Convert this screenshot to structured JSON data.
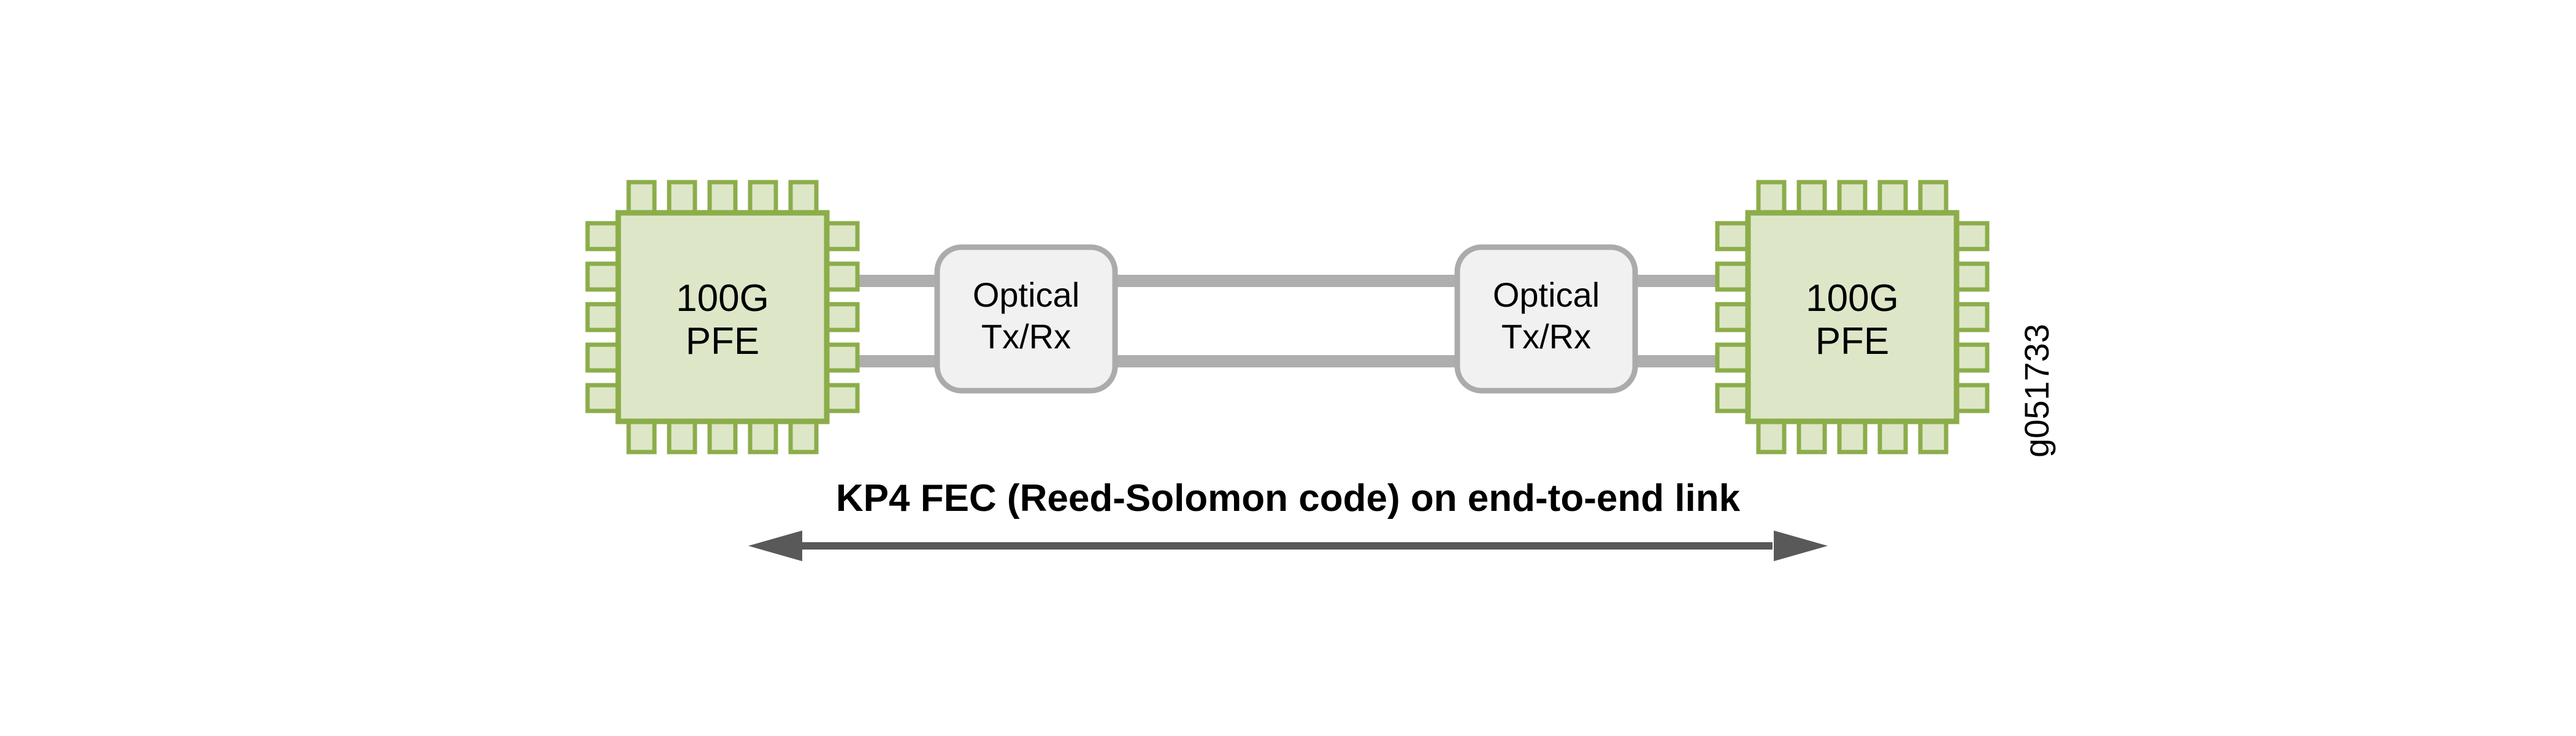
{
  "diagram": {
    "nodes": {
      "left_pfe": {
        "type": "chip",
        "line1": "100G",
        "line2": "PFE"
      },
      "left_optical": {
        "type": "transceiver",
        "line1": "Optical",
        "line2": "Tx/Rx"
      },
      "right_optical": {
        "type": "transceiver",
        "line1": "Optical",
        "line2": "Tx/Rx"
      },
      "right_pfe": {
        "type": "chip",
        "line1": "100G",
        "line2": "PFE"
      }
    },
    "connections": [
      {
        "from": "left_pfe",
        "to": "left_optical",
        "lanes": 2
      },
      {
        "from": "left_optical",
        "to": "right_optical",
        "lanes": 2
      },
      {
        "from": "right_optical",
        "to": "right_pfe",
        "lanes": 2
      }
    ],
    "caption": "KP4 FEC (Reed-Solomon code) on end-to-end link",
    "figure_id": "g051733"
  },
  "colors": {
    "chip-fill": "#dde7c8",
    "chip-stroke": "#8cad4a",
    "module-fill": "#f1f1f1",
    "module-stroke": "#ababab",
    "wire": "#aeaeae",
    "arrow": "#595959",
    "ink": "#000000",
    "bg": "#ffffff"
  }
}
